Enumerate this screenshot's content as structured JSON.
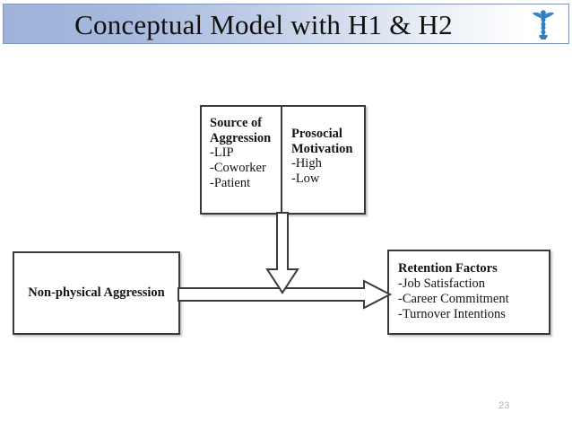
{
  "slide": {
    "title": "Conceptual Model with H1 & H2",
    "page_number": "23",
    "header_icon": "caduceus-icon",
    "colors": {
      "header_gradient_start": "#9fb3da",
      "header_gradient_end": "#ffffff",
      "header_border": "#8095bd",
      "box_border": "#3a3a3a",
      "text": "#141414",
      "icon_blue": "#2f7fc1",
      "page_number": "#b4b4b4"
    }
  },
  "diagram": {
    "type": "conceptual-model",
    "nodes": {
      "moderators": {
        "cells": [
          {
            "title": "Source of Aggression",
            "items": [
              "-LIP",
              "-Coworker",
              "-Patient"
            ]
          },
          {
            "title": "Prosocial Motivation",
            "items": [
              "-High",
              "-Low"
            ]
          }
        ]
      },
      "predictor": {
        "label": "Non-physical Aggression"
      },
      "outcomes": {
        "title": "Retention Factors",
        "items": [
          "-Job Satisfaction",
          "-Career Commitment",
          "-Turnover Intentions"
        ]
      }
    },
    "arrows": [
      {
        "name": "predictor-to-outcomes",
        "direction": "right",
        "style": "hollow-block"
      },
      {
        "name": "moderators-to-path",
        "direction": "down",
        "style": "hollow-block"
      }
    ]
  }
}
